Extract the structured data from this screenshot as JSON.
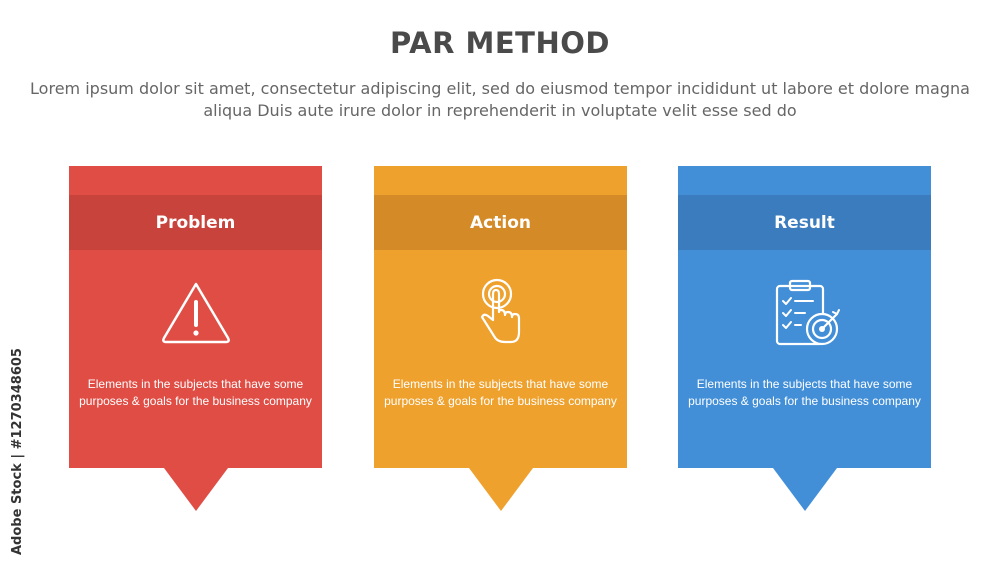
{
  "title": "PAR METHOD",
  "subtitle": "Lorem ipsum dolor sit amet, consectetur adipiscing elit, sed do eiusmod tempor incididunt ut labore et dolore magna aliqua Duis aute irure dolor in reprehenderit in voluptate velit esse sed do",
  "cards": [
    {
      "heading": "Problem",
      "icon": "warning-triangle-icon",
      "description": "Elements in the subjects that have  some purposes & goals for the  business company",
      "color": "#e04d45",
      "band_color": "#c7433c"
    },
    {
      "heading": "Action",
      "icon": "tap-finger-icon",
      "description": "Elements in the subjects that have  some purposes & goals for the  business company",
      "color": "#efa12d",
      "band_color": "#d48a26"
    },
    {
      "heading": "Result",
      "icon": "clipboard-target-icon",
      "description": "Elements in the subjects that have  some purposes & goals for the  business company",
      "color": "#428fd8",
      "band_color": "#3a7cbd"
    }
  ],
  "watermark_id": "Adobe Stock | #1270348605"
}
